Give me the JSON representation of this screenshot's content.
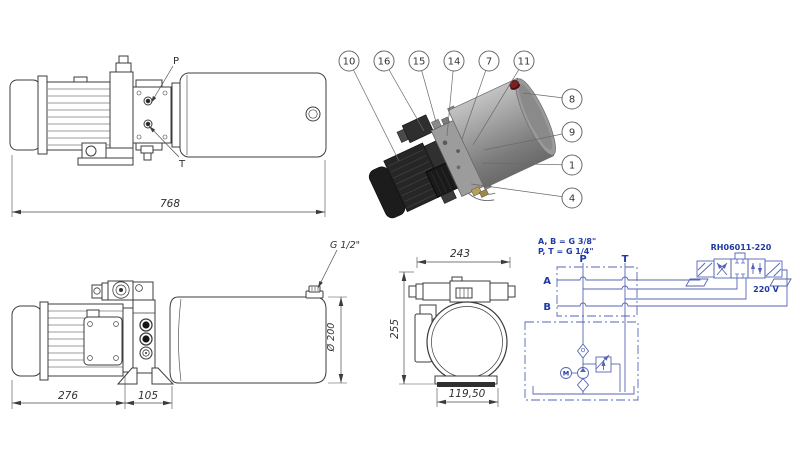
{
  "title": "Hydraulic power unit technical drawing",
  "colors": {
    "drawing_line": "#3c3c3c",
    "dim_line": "#4a4a4a",
    "schematic_line": "#5565b5",
    "schematic_text": "#1f3aa5",
    "red_cap": "#7d1f1f",
    "motor_dark": "#262626",
    "tank_gray": "#8f8f8f"
  },
  "views": {
    "side_top": {
      "label_p": "P",
      "label_t": "T",
      "dim_length": "768"
    },
    "iso": {
      "callouts": [
        "10",
        "16",
        "15",
        "14",
        "7",
        "11",
        "8",
        "9",
        "1",
        "4"
      ]
    },
    "side_bottom": {
      "label_port": "G 1/2\"",
      "dim_motor": "276",
      "dim_pump": "105",
      "dim_diameter": "Ø 200"
    },
    "front": {
      "dim_width": "243",
      "dim_height": "255",
      "dim_base": "119,50"
    },
    "schematic": {
      "note_line1": "A, B = G 3/8\"",
      "note_line2": "P, T = G 1/4\"",
      "valve_model": "RH06011-220",
      "voltage": "220 V",
      "port_p": "P",
      "port_t": "T",
      "port_a": "A",
      "port_b": "B",
      "motor_label": "M"
    }
  }
}
